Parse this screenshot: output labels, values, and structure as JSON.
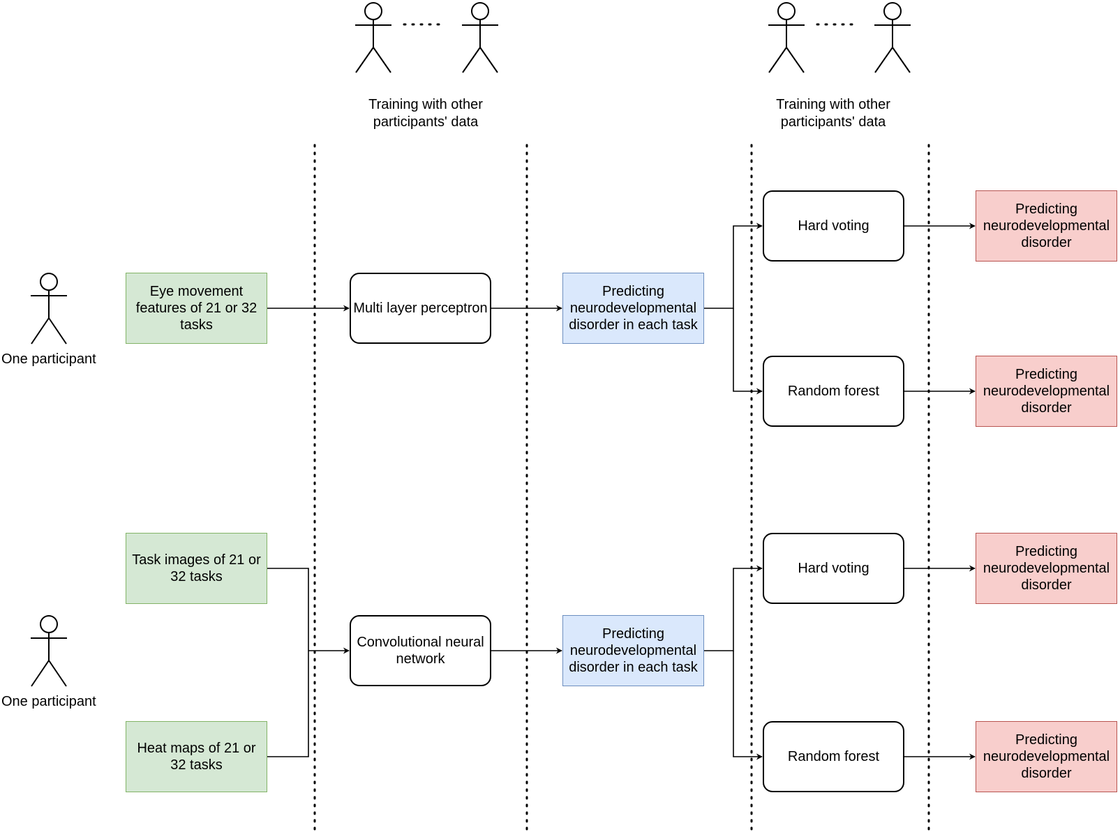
{
  "colors": {
    "input_fill": "#d5e8d4",
    "input_stroke": "#82b366",
    "intermediate_fill": "#dae8fc",
    "intermediate_stroke": "#6c8ebf",
    "output_fill": "#f8cecc",
    "output_stroke": "#b85450"
  },
  "training_captions": [
    "Training with other\nparticipants' data",
    "Training with other\nparticipants' data"
  ],
  "participant_labels": [
    "One participant",
    "One participant"
  ],
  "pipeline_1": {
    "input": "Eye movement\nfeatures of 21 or 32\ntasks",
    "model": "Multi layer perceptron",
    "per_task_prediction": "Predicting\nneurodevelopmental\ndisorder in each task",
    "aggregators": [
      "Hard voting",
      "Random forest"
    ],
    "outputs": [
      "Predicting\nneurodevelopmental\ndisorder",
      "Predicting\nneurodevelopmental\ndisorder"
    ]
  },
  "pipeline_2": {
    "inputs": [
      "Task images of 21 or\n32 tasks",
      "Heat maps of 21 or\n32 tasks"
    ],
    "model": "Convolutional neural\nnetwork",
    "per_task_prediction": "Predicting\nneurodevelopmental\ndisorder in each task",
    "aggregators": [
      "Hard voting",
      "Random forest"
    ],
    "outputs": [
      "Predicting\nneurodevelopmental\ndisorder",
      "Predicting\nneurodevelopmental\ndisorder"
    ]
  }
}
